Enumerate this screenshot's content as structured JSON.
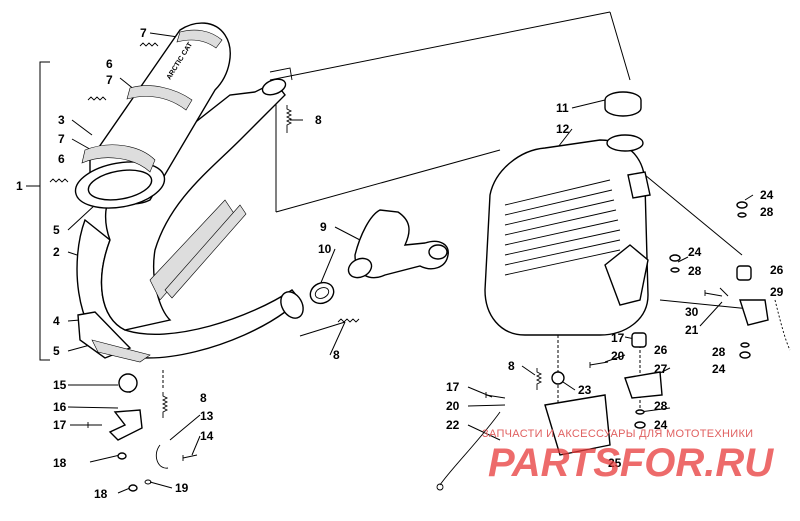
{
  "callouts": {
    "c1": "1",
    "c2": "2",
    "c3": "3",
    "c4": "4",
    "c5a": "5",
    "c5b": "5",
    "c6a": "6",
    "c6b": "6",
    "c7a": "7",
    "c7b": "7",
    "c7c": "7",
    "c8a": "8",
    "c8b": "8",
    "c8c": "8",
    "c8d": "8",
    "c9": "9",
    "c10": "10",
    "c11": "11",
    "c12": "12",
    "c13": "13",
    "c14": "14",
    "c15": "15",
    "c16": "16",
    "c17a": "17",
    "c17b": "17",
    "c17c": "17",
    "c18a": "18",
    "c18b": "18",
    "c19": "19",
    "c20a": "20",
    "c20b": "20",
    "c21": "21",
    "c22": "22",
    "c23": "23",
    "c24a": "24",
    "c24b": "24",
    "c24c": "24",
    "c24d": "24",
    "c25": "25",
    "c26a": "26",
    "c26b": "26",
    "c27": "27",
    "c28a": "28",
    "c28b": "28",
    "c28c": "28",
    "c28d": "28",
    "c29": "29",
    "c30": "30"
  },
  "muffler_stamp": "ARCTIC CAT",
  "watermark": {
    "tagline": "ЗАПЧАСТИ И АКСЕССУАРЫ ДЛЯ МОТОТЕХНИКИ",
    "brand": "PARTSFOR.RU"
  }
}
